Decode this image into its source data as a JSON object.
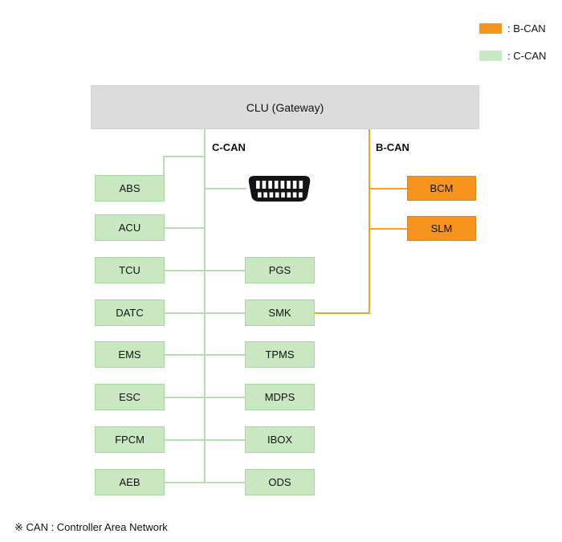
{
  "legend": {
    "b_can": {
      "label": ": B-CAN"
    },
    "c_can": {
      "label": ": C-CAN"
    }
  },
  "gateway": {
    "label": "CLU (Gateway)"
  },
  "bus_labels": {
    "c_can": "C-CAN",
    "b_can": "B-CAN"
  },
  "nodes": {
    "c_can_left": [
      "ABS",
      "ACU",
      "TCU",
      "DATC",
      "EMS",
      "ESC",
      "FPCM",
      "AEB"
    ],
    "c_can_right": [
      "PGS",
      "SMK",
      "TPMS",
      "MDPS",
      "IBOX",
      "ODS"
    ],
    "b_can": [
      "BCM",
      "SLM"
    ]
  },
  "icons": {
    "obd_connector": "obd-connector-icon"
  },
  "footnote": "※ CAN : Controller Area Network",
  "colors": {
    "c_can_fill": "#C9E8C1",
    "c_can_border": "#A8D8A0",
    "c_can_line": "#B4E1AD",
    "b_can_fill": "#F7941E",
    "b_can_border": "#EE8000",
    "b_can_line": "#F6A11E",
    "gateway_fill": "#DCDCDC",
    "gateway_border": "#D3D3D3"
  }
}
